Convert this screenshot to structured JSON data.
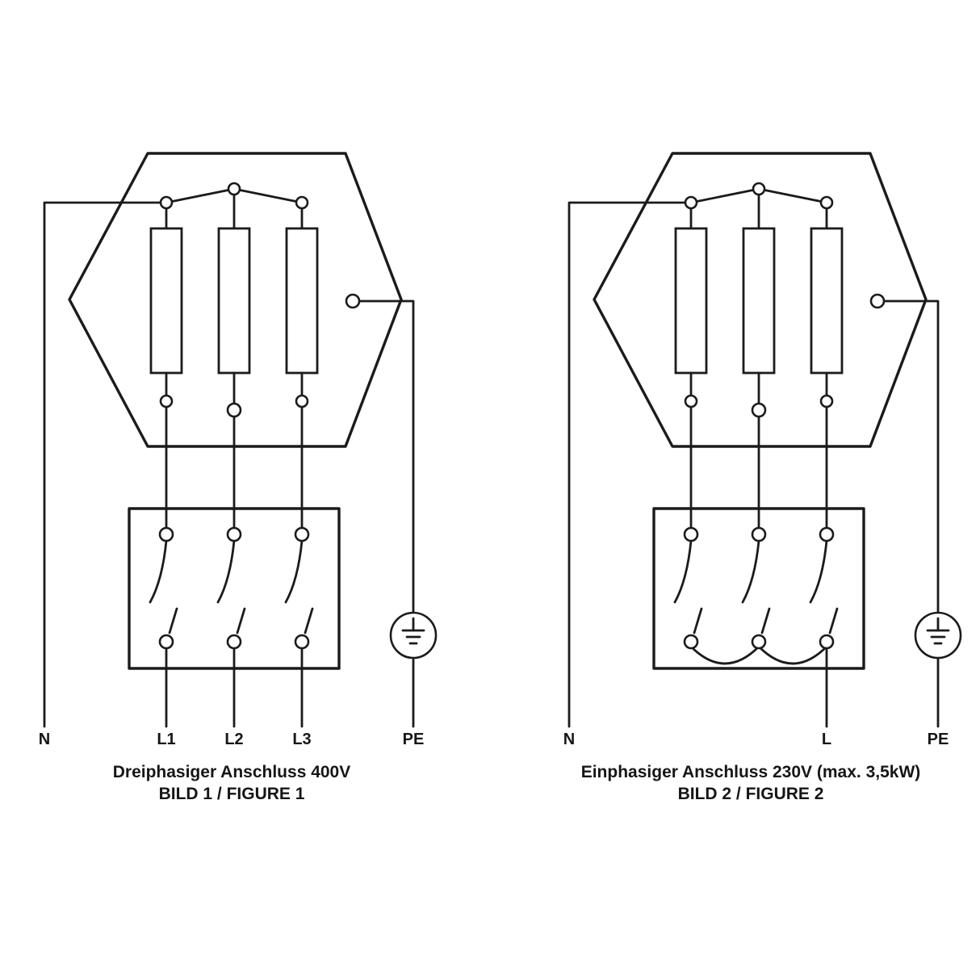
{
  "colors": {
    "line": "#1b1b1b",
    "background": "#ffffff"
  },
  "figure1": {
    "caption_line1": "Dreiphasiger Anschluss 400V",
    "caption_line2": "BILD 1 / FIGURE 1",
    "terminals": {
      "n": "N",
      "l1": "L1",
      "l2": "L2",
      "l3": "L3",
      "pe": "PE"
    }
  },
  "figure2": {
    "caption_line1": "Einphasiger Anschluss 230V (max. 3,5kW)",
    "caption_line2": "BILD 2 / FIGURE 2",
    "terminals": {
      "n": "N",
      "l": "L",
      "pe": "PE"
    }
  }
}
